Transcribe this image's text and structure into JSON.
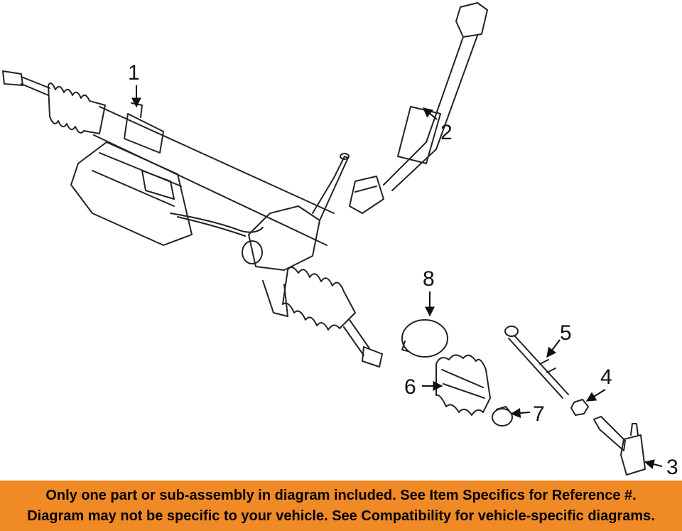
{
  "callouts": {
    "c1": "1",
    "c2": "2",
    "c3": "3",
    "c4": "4",
    "c5": "5",
    "c6": "6",
    "c7": "7",
    "c8": "8"
  },
  "banner": {
    "line1": "Only one part or sub-assembly in diagram included. See Item Specifics for Reference #.",
    "line2": "Diagram may not be specific to your vehicle. See Compatibility for vehicle-specific diagrams."
  },
  "colors": {
    "line": "#222222",
    "banner_bg": "#f08a27",
    "text": "#000000"
  }
}
